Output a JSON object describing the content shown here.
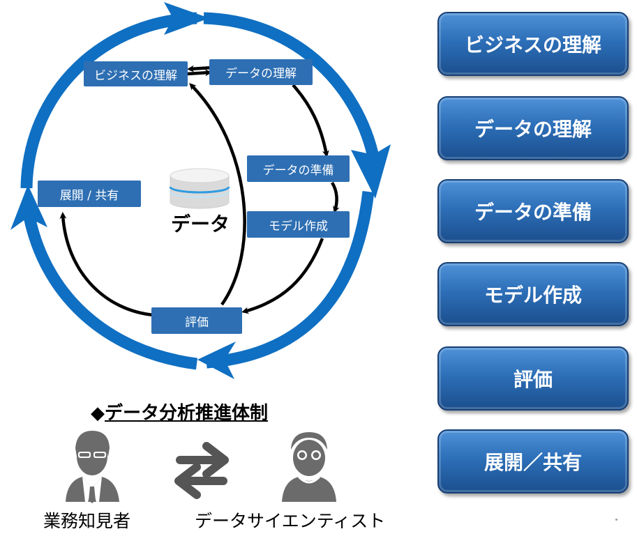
{
  "cycle": {
    "nodes": {
      "business": "ビジネスの理解",
      "data_understanding": "データの理解",
      "data_prep": "データの準備",
      "modeling": "モデル作成",
      "evaluation": "評価",
      "deployment": "展開 / 共有"
    },
    "center_label": "データ"
  },
  "phases": [
    "ビジネスの理解",
    "データの理解",
    "データの準備",
    "モデル作成",
    "評価",
    "展開／共有"
  ],
  "team": {
    "bullet": "◆",
    "title": "データ分析推進体制",
    "left_person": "業務知見者",
    "right_person": "データサイエンティスト"
  },
  "colors": {
    "ring_blue": "#0f6fc2",
    "node_blue": "#2e6fb3",
    "button_blue": "#2d6fb8",
    "arrow_black": "#000000",
    "person_gray": "#6b6b6b"
  },
  "icons": [
    "database-icon",
    "person-businessman-icon",
    "person-scientist-icon",
    "exchange-arrows-icon"
  ]
}
